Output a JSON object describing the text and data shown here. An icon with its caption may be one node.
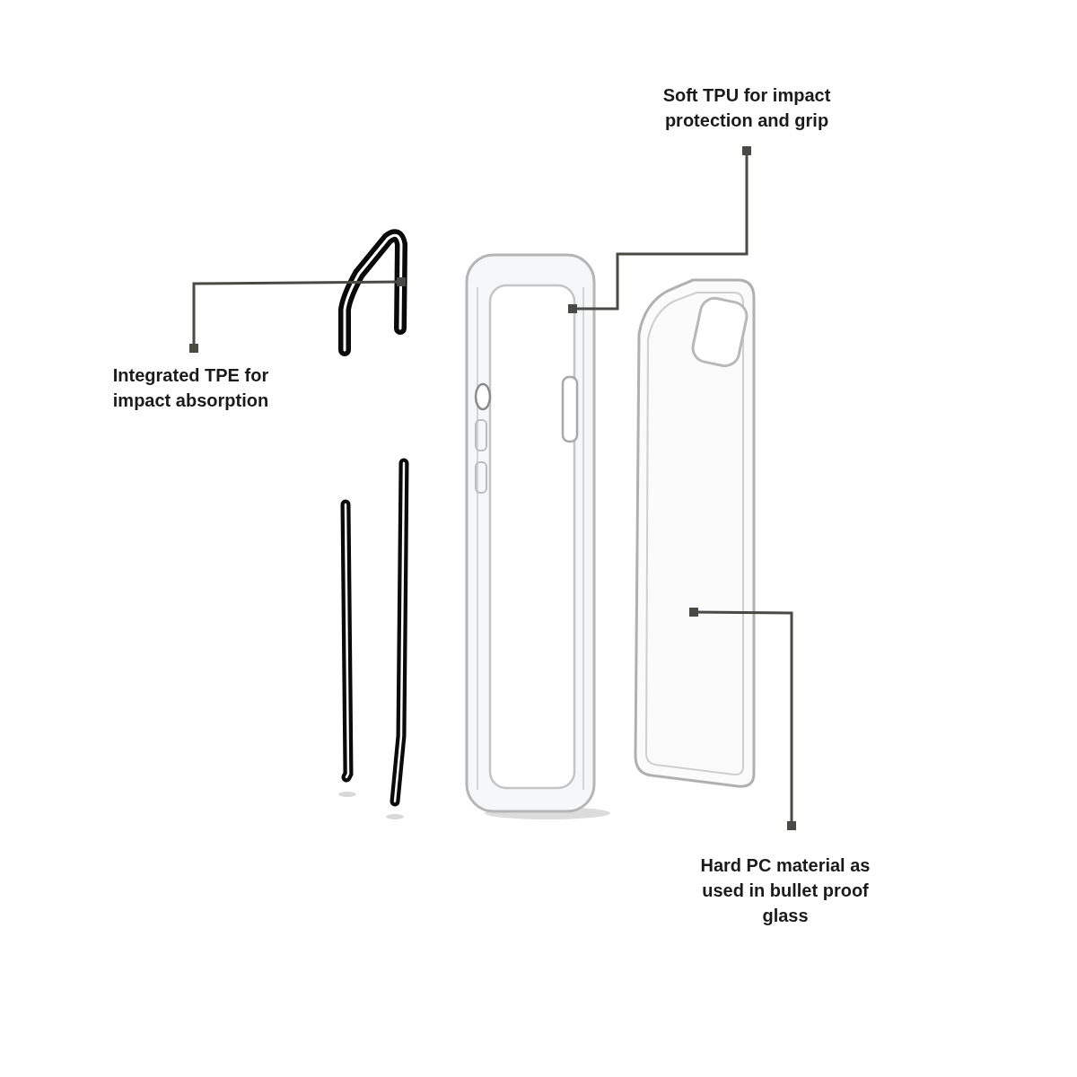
{
  "diagram": {
    "nodes": [
      {
        "text": [
          "Soft TPU for impact protection and grip"
        ]
      },
      {
        "text": [],
        "shape": "picture"
      },
      {
        "text": [
          "Integrated TPE for impact absorption"
        ]
      },
      {
        "text": [],
        "shape": "picture"
      },
      {
        "text": [
          "Hard PC material as used in bullet proof glass"
        ]
      },
      {
        "text": [],
        "shape": "picture"
      }
    ],
    "edges": [
      {
        "from": 0,
        "to": 1,
        "arrow": "other"
      },
      {
        "from": 2,
        "to": 3,
        "arrow": "other"
      },
      {
        "from": 4,
        "to": 5,
        "arrow": "other"
      }
    ]
  }
}
